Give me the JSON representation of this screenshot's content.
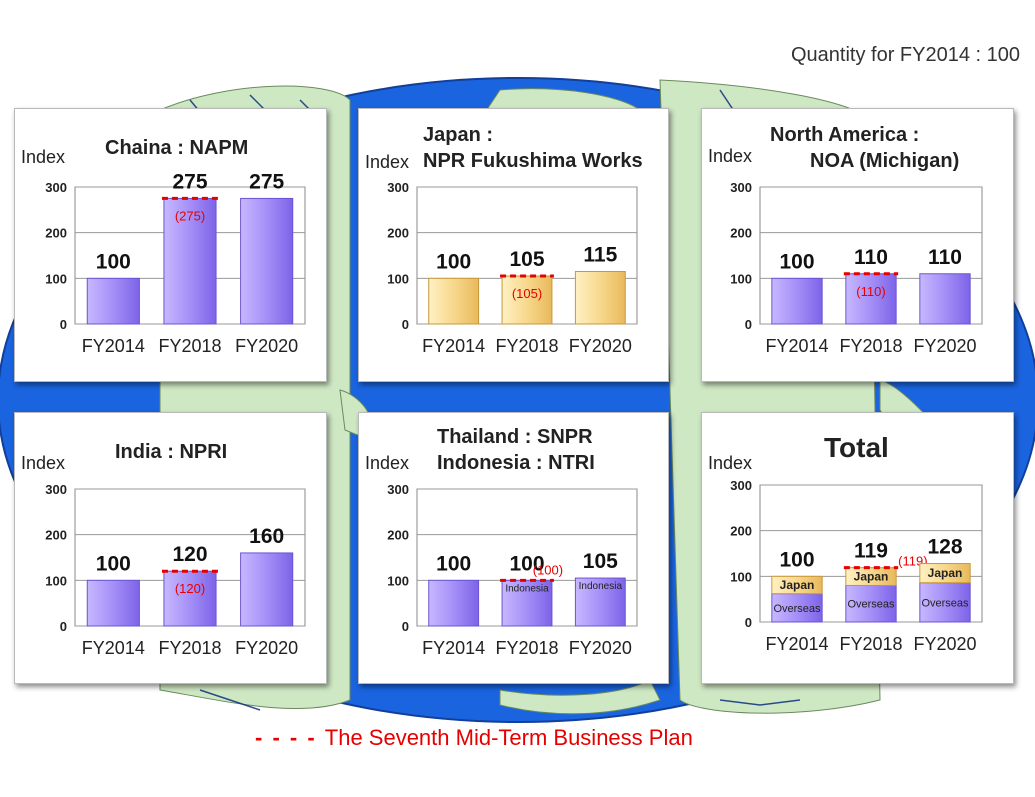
{
  "header_note": "Quantity for FY2014 : 100",
  "legend_text": "The Seventh Mid-Term Business Plan",
  "colors": {
    "ocean": "#1a64e0",
    "land": "#cfe8c4",
    "purple_bar": "#9b84f2",
    "orange_bar": "#f6d98a",
    "plan_line": "#e60000"
  },
  "chart_data": [
    {
      "id": "china",
      "type": "bar",
      "title_lines": [
        "Chaina : NAPM"
      ],
      "ylabel": "Index",
      "categories": [
        "FY2014",
        "FY2018",
        "FY2020"
      ],
      "values": [
        100,
        275,
        275
      ],
      "value_labels": [
        "100",
        "275",
        "275"
      ],
      "plan": {
        "FY2018": 275
      },
      "plan_labels": [
        "",
        "(275)",
        ""
      ],
      "ylim": [
        0,
        300
      ],
      "yticks": [
        0,
        100,
        200,
        300
      ],
      "bar_color": "purple"
    },
    {
      "id": "japan",
      "type": "bar",
      "title_lines": [
        "Japan :",
        "NPR Fukushima Works"
      ],
      "ylabel": "Index",
      "categories": [
        "FY2014",
        "FY2018",
        "FY2020"
      ],
      "values": [
        100,
        105,
        115
      ],
      "value_labels": [
        "100",
        "105",
        "115"
      ],
      "plan": {
        "FY2018": 105
      },
      "plan_labels": [
        "",
        "(105)",
        ""
      ],
      "ylim": [
        0,
        300
      ],
      "yticks": [
        0,
        100,
        200,
        300
      ],
      "bar_color": "orange"
    },
    {
      "id": "north_america",
      "type": "bar",
      "title_lines": [
        "North America :",
        "NOA (Michigan)"
      ],
      "ylabel": "Index",
      "categories": [
        "FY2014",
        "FY2018",
        "FY2020"
      ],
      "values": [
        100,
        110,
        110
      ],
      "value_labels": [
        "100",
        "110",
        "110"
      ],
      "plan": {
        "FY2018": 110
      },
      "plan_labels": [
        "",
        "(110)",
        ""
      ],
      "ylim": [
        0,
        300
      ],
      "yticks": [
        0,
        100,
        200,
        300
      ],
      "bar_color": "purple"
    },
    {
      "id": "india",
      "type": "bar",
      "title_lines": [
        "India : NPRI"
      ],
      "ylabel": "Index",
      "categories": [
        "FY2014",
        "FY2018",
        "FY2020"
      ],
      "values": [
        100,
        120,
        160
      ],
      "value_labels": [
        "100",
        "120",
        "160"
      ],
      "plan": {
        "FY2018": 120
      },
      "plan_labels": [
        "",
        "(120)",
        ""
      ],
      "ylim": [
        0,
        300
      ],
      "yticks": [
        0,
        100,
        200,
        300
      ],
      "bar_color": "purple"
    },
    {
      "id": "thailand_indonesia",
      "type": "bar",
      "title_lines": [
        "Thailand : SNPR",
        "Indonesia : NTRI"
      ],
      "ylabel": "Index",
      "categories": [
        "FY2014",
        "FY2018",
        "FY2020"
      ],
      "values": [
        100,
        100,
        105
      ],
      "value_labels": [
        "100",
        "100",
        "105"
      ],
      "plan": {
        "FY2018": 100
      },
      "plan_labels": [
        "",
        "(100)",
        ""
      ],
      "segment_labels": [
        "",
        "Indonesia",
        "Indonesia"
      ],
      "ylim": [
        0,
        300
      ],
      "yticks": [
        0,
        100,
        200,
        300
      ],
      "bar_color": "purple"
    },
    {
      "id": "total",
      "type": "bar",
      "title_lines": [
        "Total"
      ],
      "ylabel": "Index",
      "categories": [
        "FY2014",
        "FY2018",
        "FY2020"
      ],
      "value_labels": [
        "100",
        "119",
        "128"
      ],
      "series": [
        {
          "name": "Overseas",
          "values": [
            62,
            80,
            86
          ]
        },
        {
          "name": "Japan",
          "values": [
            38,
            39,
            42
          ]
        }
      ],
      "plan": {
        "FY2018": 119
      },
      "plan_labels": [
        "",
        "(119)",
        ""
      ],
      "ylim": [
        0,
        300
      ],
      "yticks": [
        0,
        100,
        200,
        300
      ],
      "bar_color": "stacked"
    }
  ]
}
